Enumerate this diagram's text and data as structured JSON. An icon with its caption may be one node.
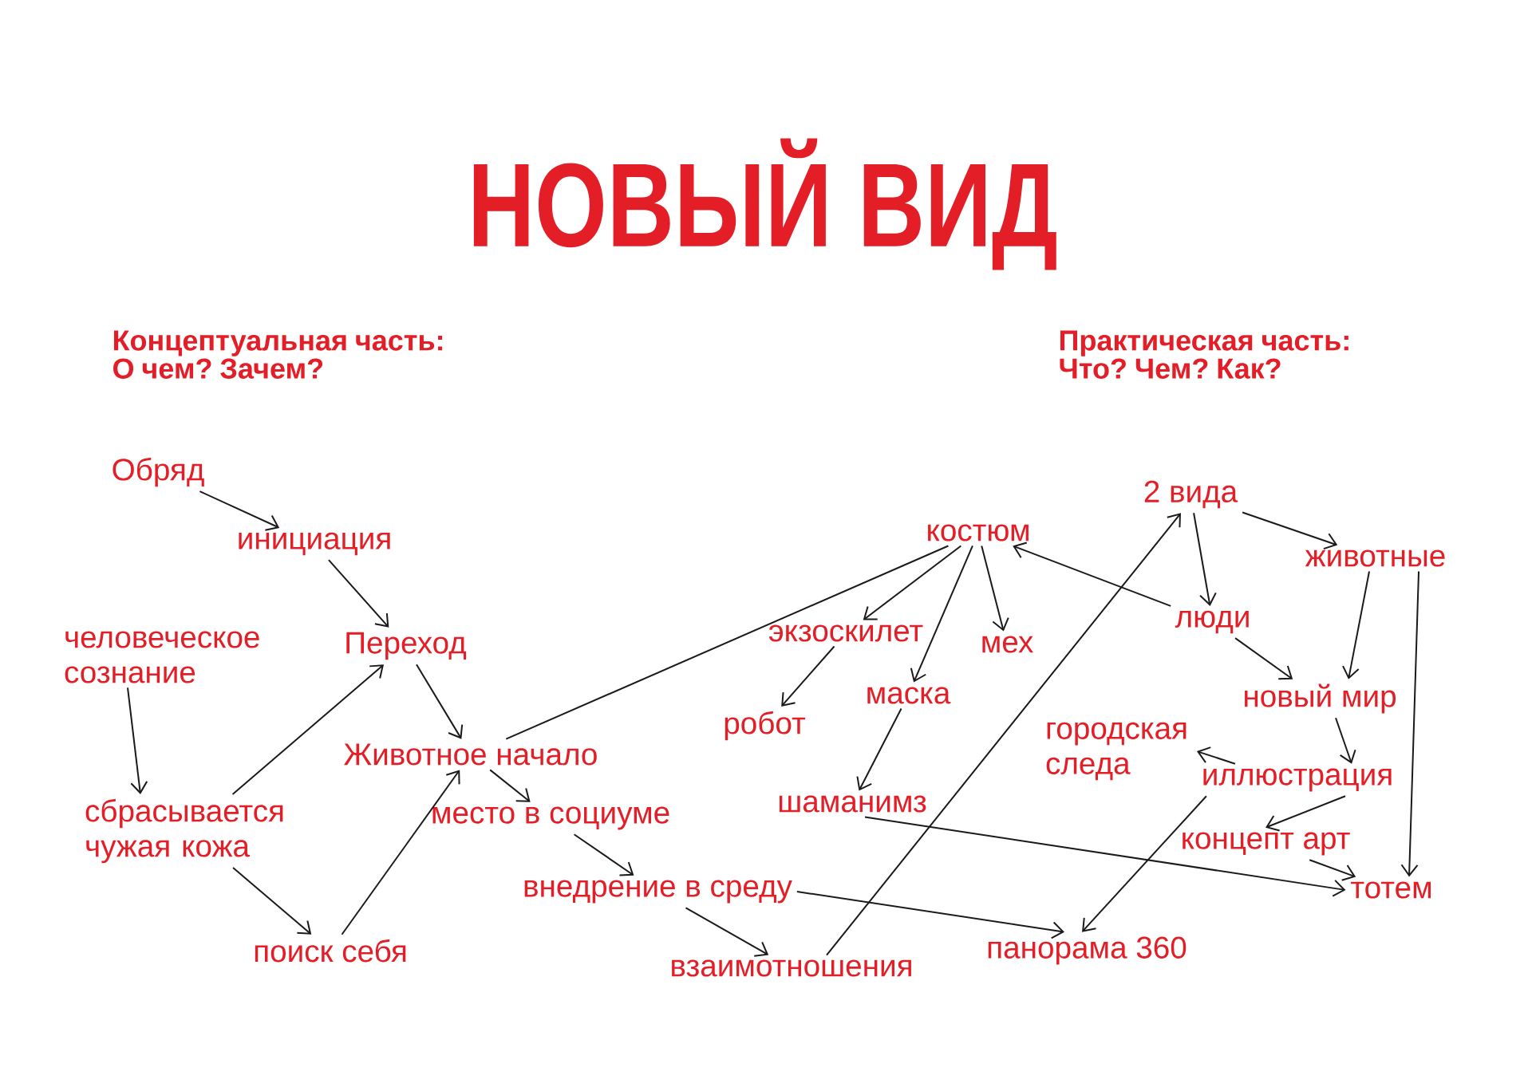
{
  "diagram": {
    "title": "НОВЫЙ ВИД",
    "nodes": [
      {
        "text": [
          "Обряд"
        ]
      },
      {
        "text": [
          "инициация"
        ]
      },
      {
        "text": [
          "человеческое сознание"
        ]
      },
      {
        "text": [
          "Переход"
        ]
      },
      {
        "text": [
          "сбрасывается чужая кожа"
        ]
      },
      {
        "text": [
          "Животное начало"
        ]
      },
      {
        "text": [
          "место в социуме"
        ]
      },
      {
        "text": [
          "поиск себя"
        ]
      },
      {
        "text": [
          "внедрение в среду"
        ]
      },
      {
        "text": [
          "взаимотношения"
        ]
      },
      {
        "text": [
          "костюм"
        ]
      },
      {
        "text": [
          "экзоскилет"
        ]
      },
      {
        "text": [
          "мех"
        ]
      },
      {
        "text": [
          "робот"
        ]
      },
      {
        "text": [
          "маска"
        ]
      },
      {
        "text": [
          "шаманимз"
        ]
      },
      {
        "text": [
          "2 вида"
        ]
      },
      {
        "text": [
          "животные"
        ]
      },
      {
        "text": [
          "люди"
        ]
      },
      {
        "text": [
          "новый мир"
        ]
      },
      {
        "text": [
          "городская следа"
        ]
      },
      {
        "text": [
          "иллюстрация"
        ]
      },
      {
        "text": [
          "концепт арт"
        ]
      },
      {
        "text": [
          "тотем"
        ]
      },
      {
        "text": [
          "панорама 360"
        ]
      }
    ],
    "edges": [
      {
        "from": 0,
        "to": 1,
        "arrow": "to"
      },
      {
        "from": 1,
        "to": 3,
        "arrow": "to"
      },
      {
        "from": 2,
        "to": 4,
        "arrow": "to"
      },
      {
        "from": 4,
        "to": 3,
        "arrow": "to"
      },
      {
        "from": 3,
        "to": 5,
        "arrow": "to"
      },
      {
        "from": 4,
        "to": 7,
        "arrow": "to"
      },
      {
        "from": 7,
        "to": 5,
        "arrow": "to"
      },
      {
        "from": 5,
        "to": 6,
        "arrow": "to"
      },
      {
        "from": 6,
        "to": 8,
        "arrow": "to"
      },
      {
        "from": 8,
        "to": 9,
        "arrow": "to"
      },
      {
        "from": 8,
        "to": 24,
        "arrow": "to"
      },
      {
        "from": 5,
        "to": 10,
        "arrow": "none"
      },
      {
        "from": 10,
        "to": 11,
        "arrow": "to"
      },
      {
        "from": 10,
        "to": 14,
        "arrow": "to"
      },
      {
        "from": 10,
        "to": 12,
        "arrow": "to"
      },
      {
        "from": 11,
        "to": 13,
        "arrow": "to"
      },
      {
        "from": 14,
        "to": 15,
        "arrow": "to"
      },
      {
        "from": 15,
        "to": 23,
        "arrow": "to"
      },
      {
        "from": 9,
        "to": 16,
        "arrow": "to"
      },
      {
        "from": 16,
        "to": 18,
        "arrow": "to"
      },
      {
        "from": 16,
        "to": 17,
        "arrow": "to"
      },
      {
        "from": 18,
        "to": 10,
        "arrow": "to"
      },
      {
        "from": 18,
        "to": 19,
        "arrow": "to"
      },
      {
        "from": 17,
        "to": 19,
        "arrow": "to"
      },
      {
        "from": 17,
        "to": 23,
        "arrow": "to"
      },
      {
        "from": 19,
        "to": 21,
        "arrow": "to"
      },
      {
        "from": 21,
        "to": 20,
        "arrow": "to"
      },
      {
        "from": 21,
        "to": 24,
        "arrow": "to"
      },
      {
        "from": 21,
        "to": 22,
        "arrow": "to"
      },
      {
        "from": 22,
        "to": 23,
        "arrow": "to"
      }
    ],
    "labels": [
      "Концептуальная часть: О чем? Зачем?",
      "Практическая часть: Что? Чем? Как?"
    ]
  }
}
